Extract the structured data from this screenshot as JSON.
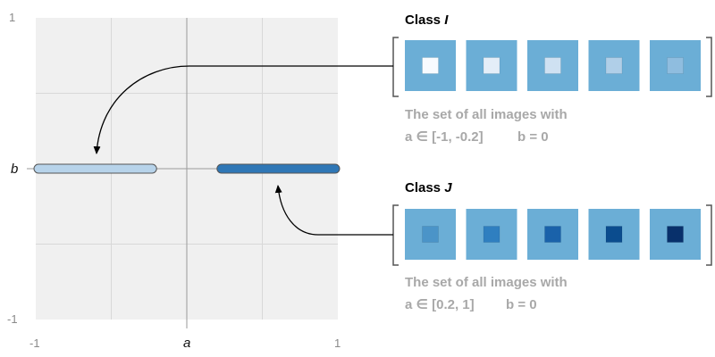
{
  "plot": {
    "y_top_tick": "1",
    "y_bottom_tick": "-1",
    "x_left_tick": "-1",
    "x_right_tick": "1",
    "x_axis_name": "a",
    "y_axis_name": "b",
    "background_color": "#f0f0f0",
    "grid_color": "#d8d8d8"
  },
  "segments": [
    {
      "a_range": [
        -1,
        -0.2
      ],
      "b": 0,
      "fill": "#b7d3ea"
    },
    {
      "a_range": [
        0.2,
        1
      ],
      "b": 0,
      "fill": "#2f77b6"
    }
  ],
  "classes": [
    {
      "title_word": "Class",
      "title_letter": "I",
      "caption_line1": "The set of all images with",
      "caption_a": "a ∈ [-1, -0.2]",
      "caption_b": "b = 0",
      "tile_bg": "#6baed6",
      "center_colors": [
        "#f7fbff",
        "#e4eef8",
        "#cfe1f2",
        "#b0cfe8",
        "#8fbddf"
      ]
    },
    {
      "title_word": "Class",
      "title_letter": "J",
      "caption_line1": "The set of all images with",
      "caption_a": "a ∈ [0.2, 1]",
      "caption_b": "b = 0",
      "tile_bg": "#6baed6",
      "center_colors": [
        "#4b94c8",
        "#2f7fc0",
        "#1a62aa",
        "#0b4c8e",
        "#08306b"
      ]
    }
  ]
}
